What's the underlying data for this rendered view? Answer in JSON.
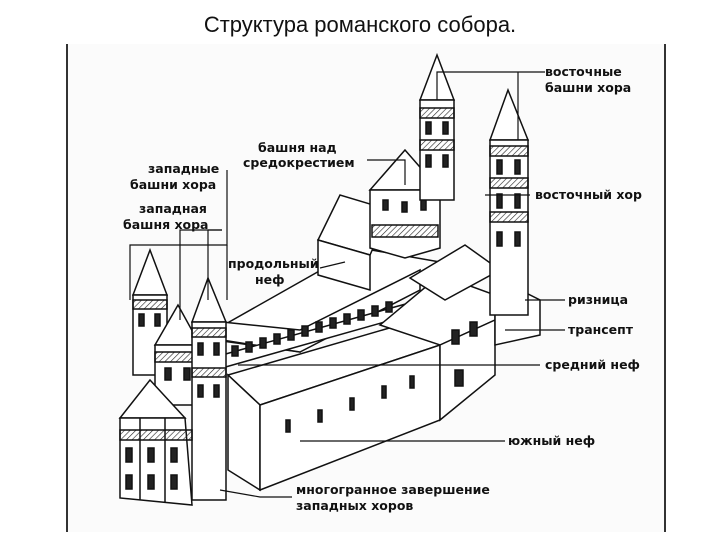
{
  "title": "Структура романского собора.",
  "labels": {
    "east_towers_1": "восточные",
    "east_towers_2": "башни хора",
    "crossing_1": "башня над",
    "crossing_2": "средокрестием",
    "west_towers_1": "западные",
    "west_towers_2": "башни хора",
    "west_tower_1": "западная",
    "west_tower_2": "башня хора",
    "east_choir": "восточный хор",
    "nave_long_1": "продольный",
    "nave_long_2": "неф",
    "sacristy": "ризница",
    "transept": "трансепт",
    "middle_nave": "средний неф",
    "south_nave": "южный неф",
    "polygonal_1": "многогранное завершение",
    "polygonal_2": "западных хоров"
  }
}
